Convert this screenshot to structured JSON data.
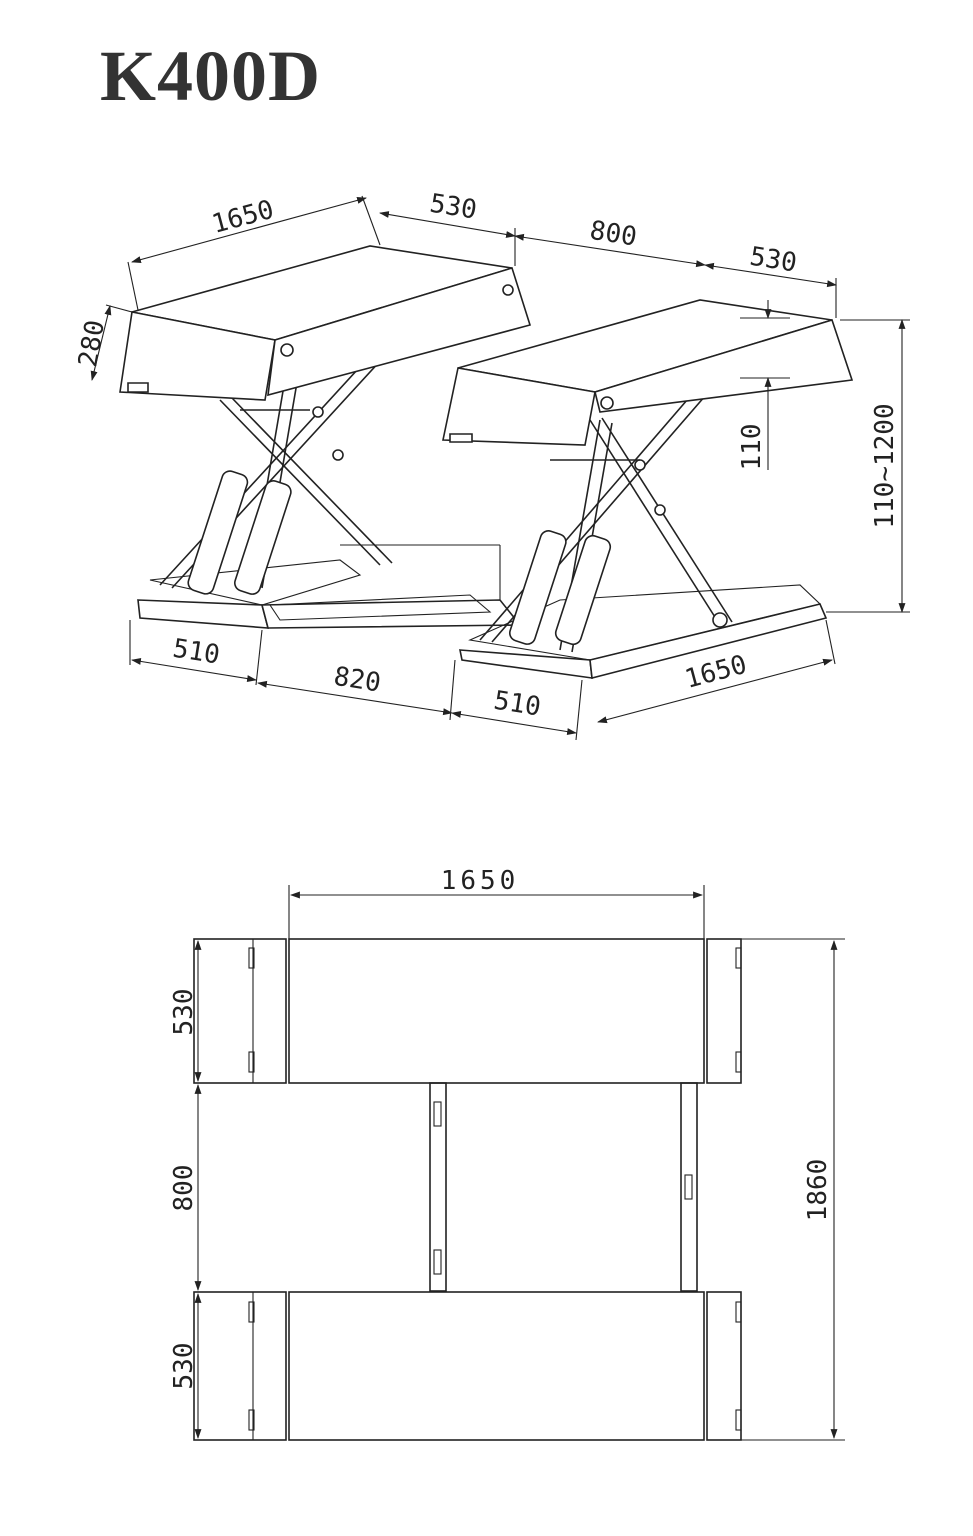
{
  "title": "K400D",
  "iso_view": {
    "dims": {
      "top_length": "1650",
      "top_width_left": "530",
      "gap": "800",
      "top_width_right": "530",
      "platform_height": "280",
      "min_height": "110",
      "height_range": "110~1200",
      "base_left": "510",
      "base_middle": "820",
      "base_right": "510",
      "base_length": "1650"
    }
  },
  "plan_view": {
    "dims": {
      "length": "1650",
      "width_top": "530",
      "gap": "800",
      "width_bottom": "530",
      "overall": "1860"
    }
  }
}
